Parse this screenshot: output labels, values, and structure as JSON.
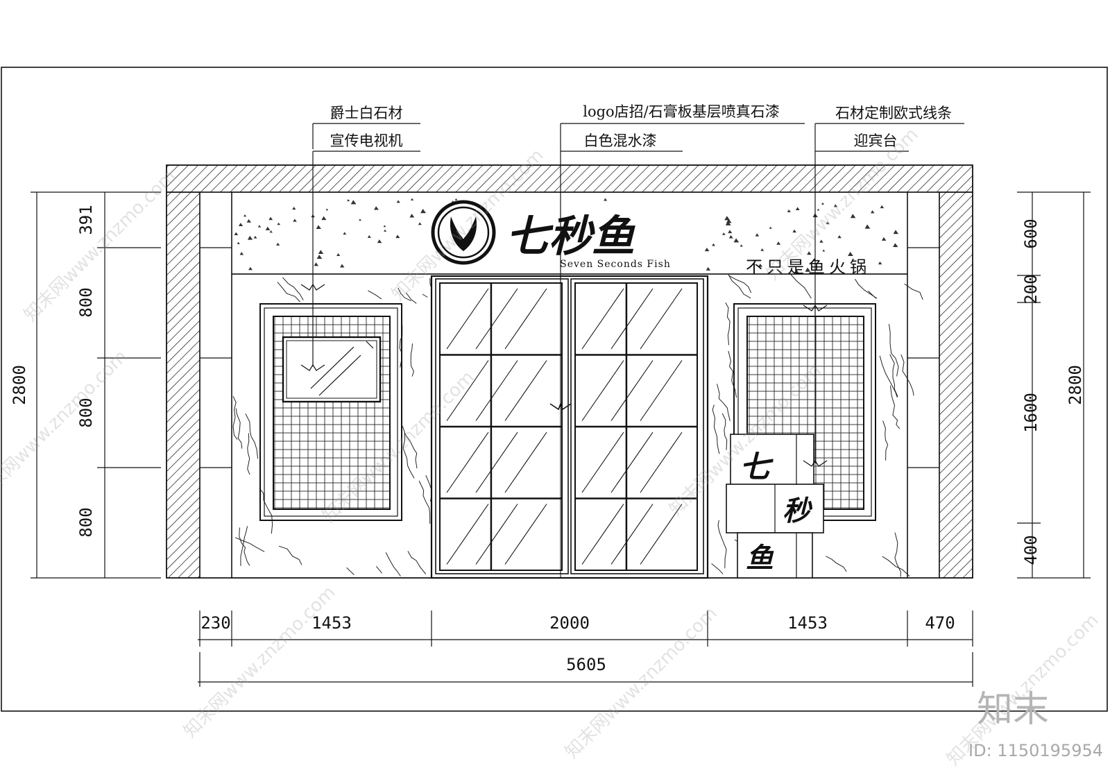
{
  "labels": {
    "l1": "爵士白石材",
    "l2": "宣传电视机",
    "m1": "logo店招/石膏板基层喷真石漆",
    "m2": "白色混水漆",
    "r1": "石材定制欧式线条",
    "r2": "迎宾台"
  },
  "sign": {
    "name": "七秒鱼",
    "english": "Seven Seconds Fish",
    "slogan": "不只是鱼火锅"
  },
  "counter": {
    "c1": "七",
    "c2": "秒",
    "c3": "鱼"
  },
  "dimensions": {
    "bottom": [
      "230",
      "1453",
      "2000",
      "1453",
      "470"
    ],
    "total": "5605",
    "left_overall": "2800",
    "left_parts": [
      "391",
      "800",
      "800",
      "800"
    ],
    "right_overall": "2800",
    "right_parts": [
      "600",
      "200",
      "1600",
      "400"
    ]
  },
  "watermark": {
    "site": "知末网www.znzmo.com",
    "brand": "知末",
    "id": "ID: 1150195954"
  }
}
